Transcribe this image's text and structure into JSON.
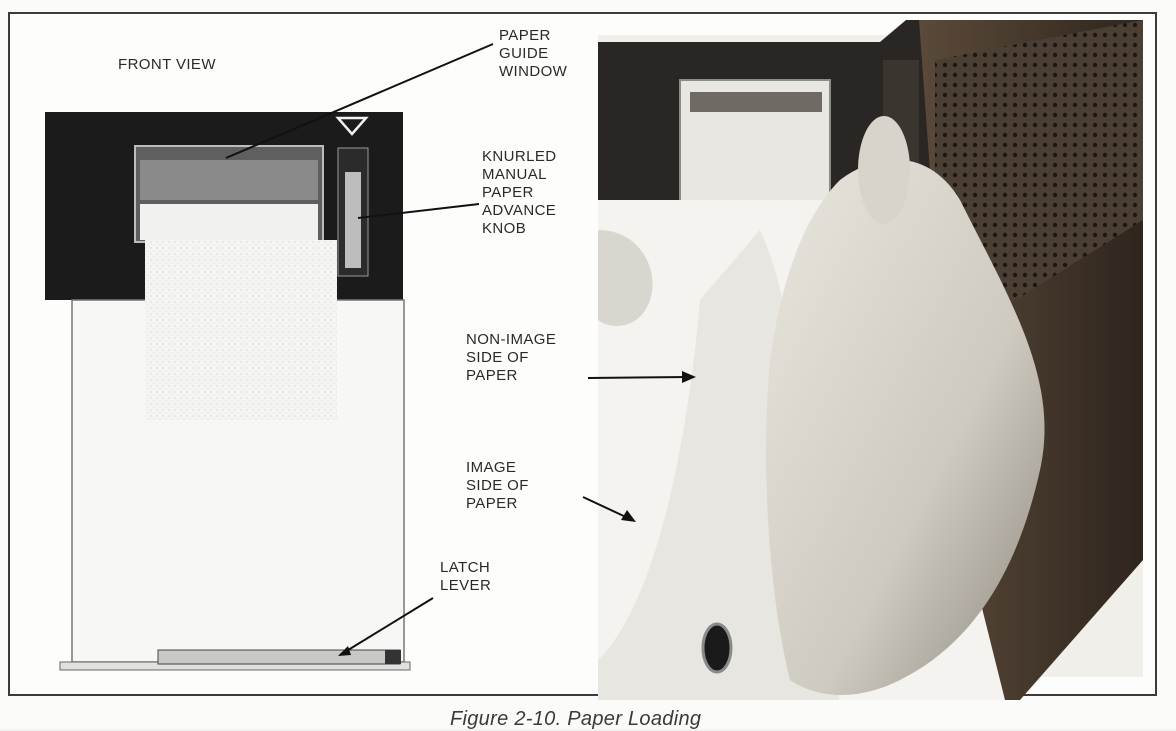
{
  "figure": {
    "caption": "Figure 2-10. Paper Loading"
  },
  "front_view": {
    "title": "FRONT VIEW",
    "labels": {
      "paper_guide_window": "PAPER\nGUIDE\nWINDOW",
      "knurled_knob": "KNURLED\nMANUAL\nPAPER\nADVANCE\nKNOB",
      "latch_lever": "LATCH\nLEVER"
    }
  },
  "photo_view": {
    "labels": {
      "non_image_side": "NON-IMAGE\nSIDE OF\nPAPER",
      "image_side": "IMAGE\nSIDE OF\nPAPER"
    }
  },
  "colors": {
    "ink": "#2a2a2a",
    "panel_black": "#1b1b1b"
  }
}
